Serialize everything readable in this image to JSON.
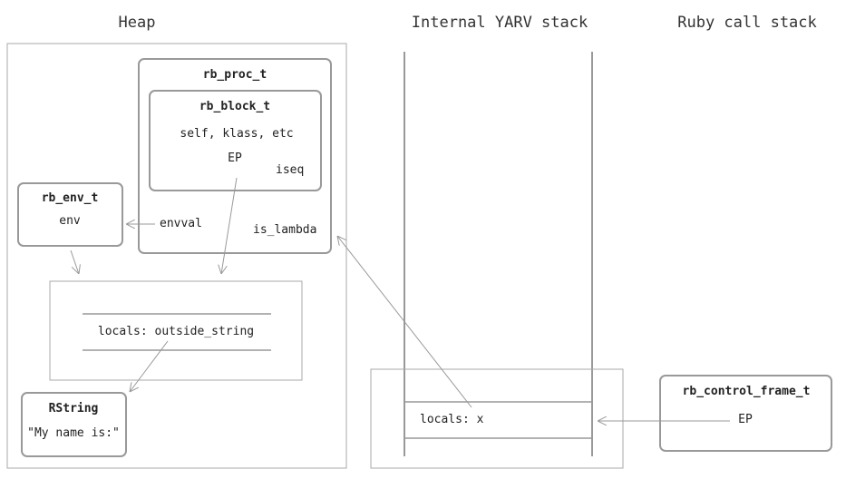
{
  "headings": {
    "heap": "Heap",
    "yarv_stack": "Internal YARV stack",
    "ruby_call_stack": "Ruby call stack"
  },
  "rb_proc_t": {
    "title": "rb_proc_t",
    "is_lambda": "is_lambda",
    "envval": "envval"
  },
  "rb_block_t": {
    "title": "rb_block_t",
    "fields": "self, klass, etc",
    "ep": "EP",
    "iseq": "iseq"
  },
  "rb_env_t": {
    "title": "rb_env_t",
    "env": "env"
  },
  "env_locals": "locals: outside_string",
  "rstring": {
    "title": "RString",
    "value": "\"My name is:\""
  },
  "yarv_locals": "locals: x",
  "rb_control_frame_t": {
    "title": "rb_control_frame_t",
    "ep": "EP"
  },
  "colors": {
    "box_stroke": "#999999",
    "arrow": "#999999",
    "text": "#222222"
  }
}
